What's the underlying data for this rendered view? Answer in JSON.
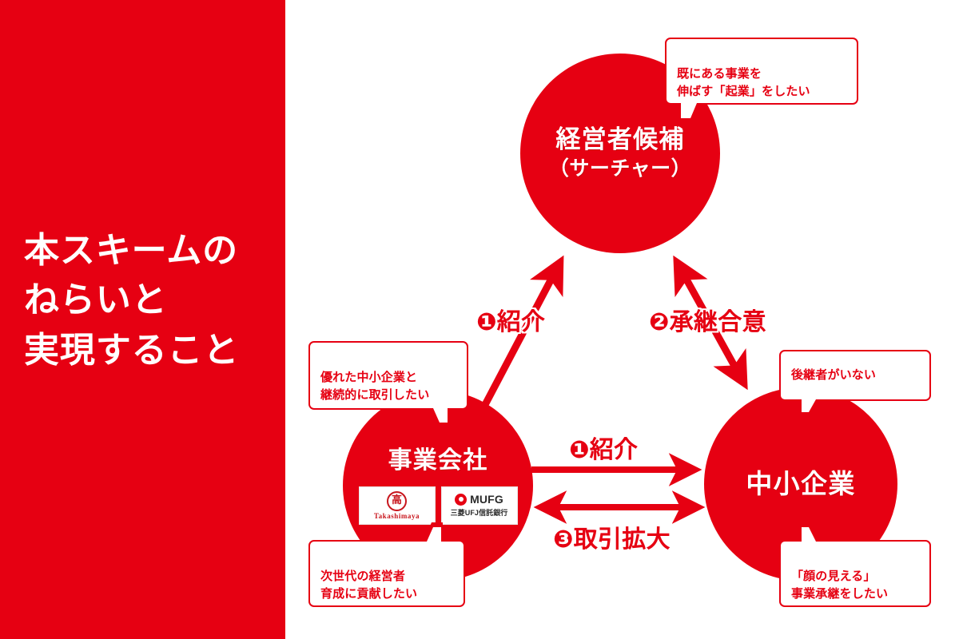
{
  "panel": {
    "title": "本スキームの\nねらいと\n実現すること"
  },
  "colors": {
    "brand_red": "#E60012",
    "background": "#FFFFFF",
    "text_on_red": "#FFFFFF"
  },
  "nodes": [
    {
      "id": "searcher",
      "title": "経営者候補",
      "subtitle": "（サーチャー）"
    },
    {
      "id": "operating_company",
      "title": "事業会社",
      "logos": [
        {
          "name": "takashimaya-logo",
          "mark": "高",
          "wordmark": "Takashimaya"
        },
        {
          "name": "mufg-logo",
          "wordmark": "MUFG",
          "jp": "三菱UFJ信託銀行"
        }
      ]
    },
    {
      "id": "sme",
      "title": "中小企業"
    }
  ],
  "callouts": [
    {
      "id": "searcher-wish",
      "text": "既にある事業を\n伸ばす「起業」をしたい"
    },
    {
      "id": "company-wish-top",
      "text": "優れた中小企業と\n継続的に取引したい"
    },
    {
      "id": "company-wish-bottom",
      "text": "次世代の経営者\n育成に貢献したい"
    },
    {
      "id": "sme-issue-top",
      "text": "後継者がいない"
    },
    {
      "id": "sme-wish-bottom",
      "text": "「顔の見える」\n事業承継をしたい"
    }
  ],
  "arrows": [
    {
      "id": "intro-diagonal",
      "label": "❶紹介",
      "from": "operating_company",
      "to": "searcher",
      "direction": "one-way"
    },
    {
      "id": "succession-agreement",
      "label": "❷承継合意",
      "from": "searcher",
      "to": "sme",
      "direction": "two-way"
    },
    {
      "id": "intro-horizontal",
      "label": "❶紹介",
      "from": "operating_company",
      "to": "sme",
      "direction": "one-way"
    },
    {
      "id": "trade-expansion",
      "label": "❸取引拡大",
      "from": "operating_company",
      "to": "sme",
      "direction": "two-way"
    }
  ]
}
